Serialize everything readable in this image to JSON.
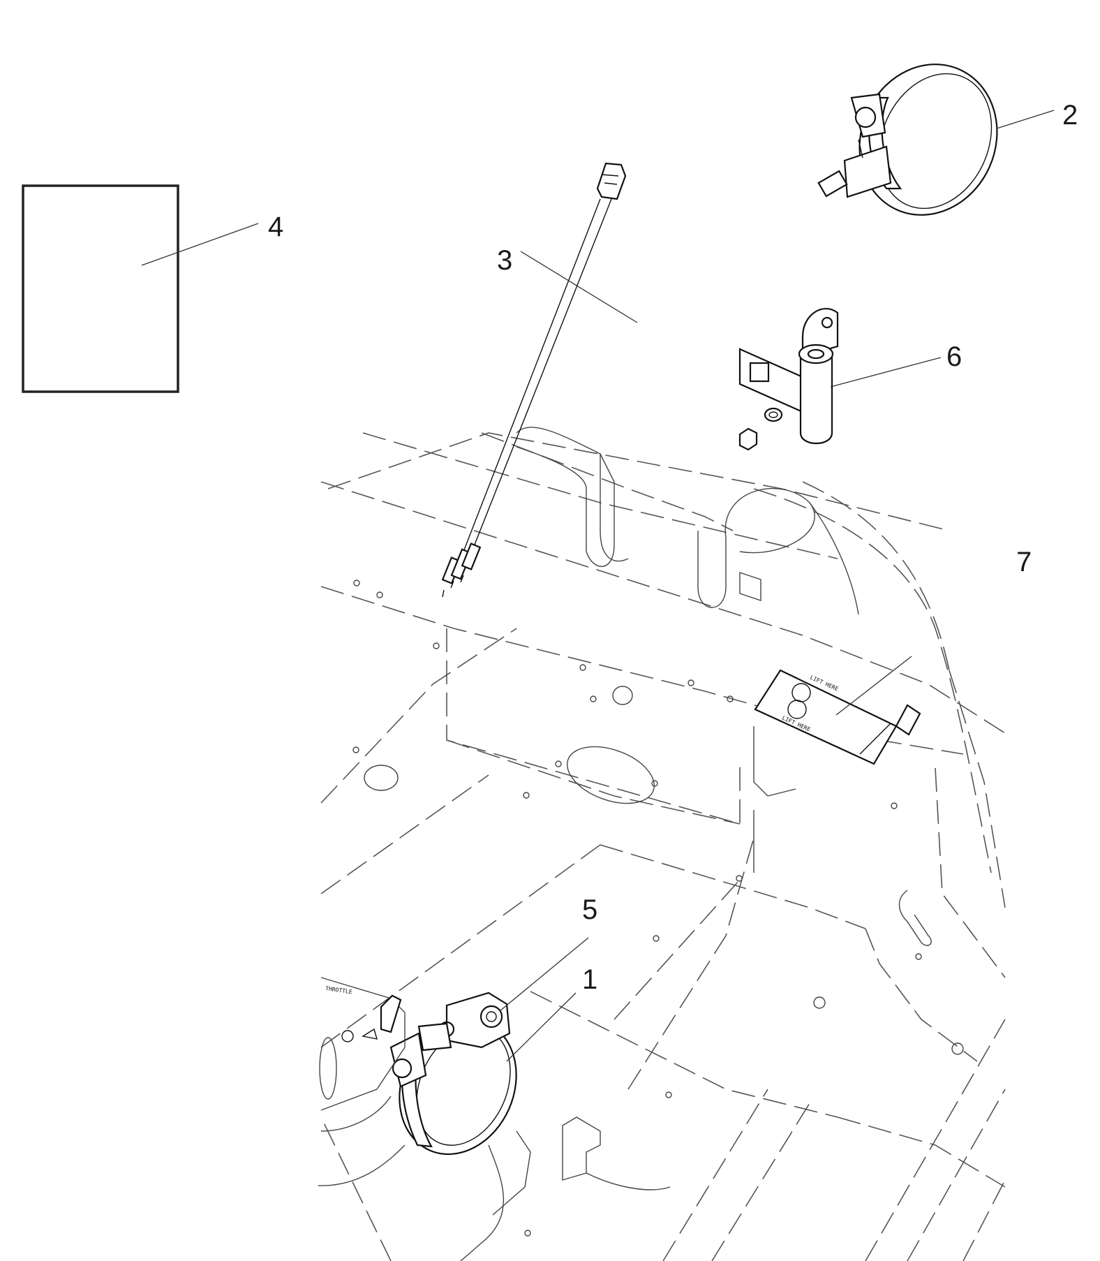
{
  "callouts": [
    {
      "id": "1",
      "label": "1"
    },
    {
      "id": "2",
      "label": "2"
    },
    {
      "id": "3",
      "label": "3"
    },
    {
      "id": "4",
      "label": "4"
    },
    {
      "id": "5",
      "label": "5"
    },
    {
      "id": "6",
      "label": "6"
    },
    {
      "id": "7",
      "label": "7"
    }
  ],
  "panel_text": {
    "throttle": "THROTTLE"
  }
}
